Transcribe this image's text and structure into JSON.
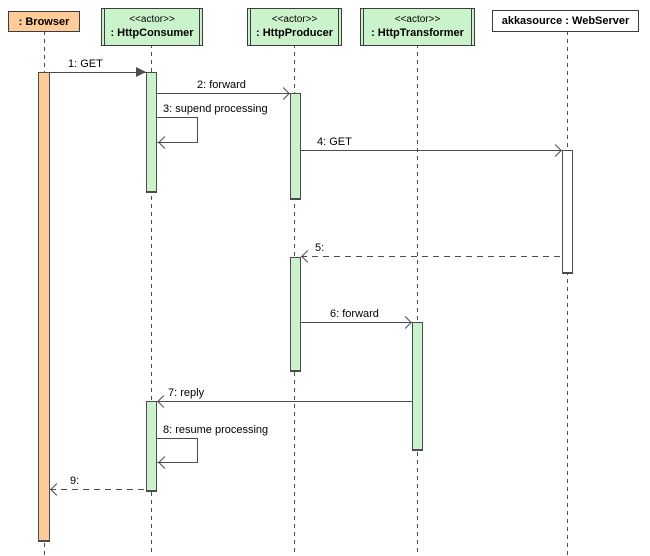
{
  "diagram_type": "UML sequence diagram",
  "colors": {
    "background": "#FFFFFF",
    "orange_fill": "#FFCC99",
    "green_fill": "#CBF3CB",
    "white_fill": "#FFFFFF",
    "box_border": "#3C3C3C",
    "line_color": "#4D4D4D",
    "text_color": "#000000"
  },
  "objects": {
    "browser": {
      "name": ": Browser"
    },
    "consumer": {
      "stereotype": "<<actor>>",
      "name": ": HttpConsumer"
    },
    "producer": {
      "stereotype": "<<actor>>",
      "name": ": HttpProducer"
    },
    "transformer": {
      "stereotype": "<<actor>>",
      "name": ": HttpTransformer"
    },
    "webserver": {
      "name": "akkasource : WebServer"
    }
  },
  "messages": {
    "m1": {
      "label": "1: GET",
      "from": ": Browser",
      "to": ": HttpConsumer",
      "line": "solid",
      "arrow": "filled"
    },
    "m2": {
      "label": "2: forward",
      "from": ": HttpConsumer",
      "to": ": HttpProducer",
      "line": "solid",
      "arrow": "open"
    },
    "m3": {
      "label": "3: supend processing",
      "from": ": HttpConsumer",
      "to": ": HttpConsumer",
      "line": "solid",
      "arrow": "open",
      "kind": "self"
    },
    "m4": {
      "label": "4: GET",
      "from": ": HttpProducer",
      "to": "akkasource : WebServer",
      "line": "solid",
      "arrow": "open"
    },
    "m5": {
      "label": "5:",
      "from": "akkasource : WebServer",
      "to": ": HttpProducer",
      "line": "dashed",
      "arrow": "open"
    },
    "m6": {
      "label": "6: forward",
      "from": ": HttpProducer",
      "to": ": HttpTransformer",
      "line": "solid",
      "arrow": "open"
    },
    "m7": {
      "label": "7: reply",
      "from": ": HttpTransformer",
      "to": ": HttpConsumer",
      "line": "solid",
      "arrow": "open"
    },
    "m8": {
      "label": "8: resume processing",
      "from": ": HttpConsumer",
      "to": ": HttpConsumer",
      "line": "solid",
      "arrow": "open",
      "kind": "self"
    },
    "m9": {
      "label": "9:",
      "from": ": HttpConsumer",
      "to": ": Browser",
      "line": "dashed",
      "arrow": "open"
    }
  }
}
